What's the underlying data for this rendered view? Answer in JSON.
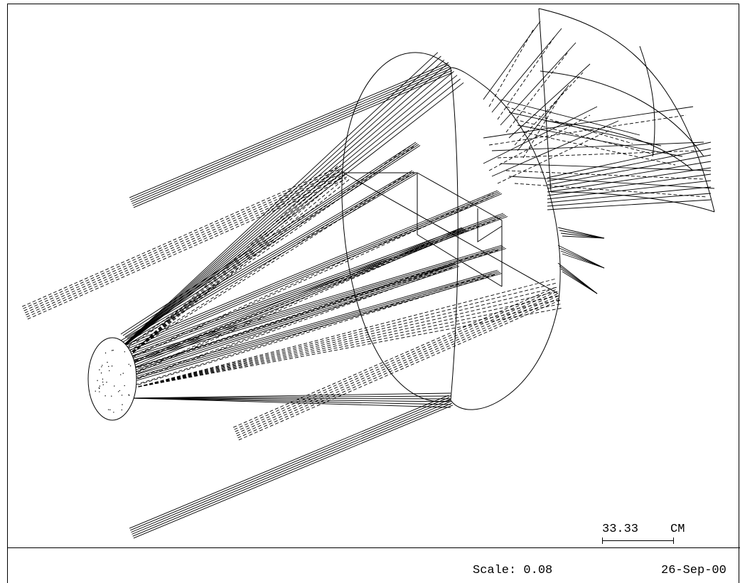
{
  "scale_bar": {
    "value": "33.33",
    "unit": "CM"
  },
  "footer": {
    "scale_text": "Scale: 0.08",
    "date": "26-Sep-00"
  },
  "colors": {
    "line": "#000000",
    "background": "#ffffff"
  }
}
